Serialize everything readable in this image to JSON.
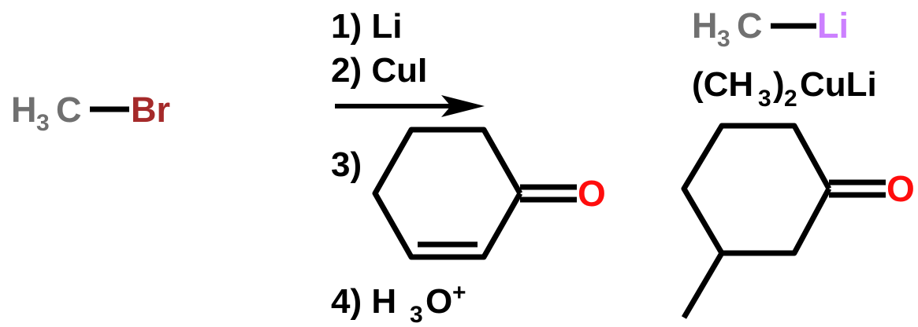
{
  "colors": {
    "carbon": "#707070",
    "bromine": "#A52A2A",
    "lithium": "#CC80FF",
    "oxygen": "#FF0D0D",
    "text": "#000000",
    "bond": "#000000"
  },
  "reactant": {
    "h": "H",
    "sub3": "3",
    "c": "C",
    "halogen": "Br"
  },
  "steps": {
    "step1": "1) Li",
    "step2": "2) CuI",
    "step3": "3)",
    "step4_prefix": "4) H",
    "step4_sub": "3",
    "step4_o": "O",
    "step4_sup": "+"
  },
  "enone_oxygen": "O",
  "intermediate1": {
    "h": "H",
    "sub3": "3",
    "c": "C",
    "metal": "Li"
  },
  "intermediate2": {
    "open": "(CH",
    "sub3": "3",
    "close": ")",
    "sub2": "2",
    "rest": "CuLi"
  },
  "product_oxygen": "O"
}
